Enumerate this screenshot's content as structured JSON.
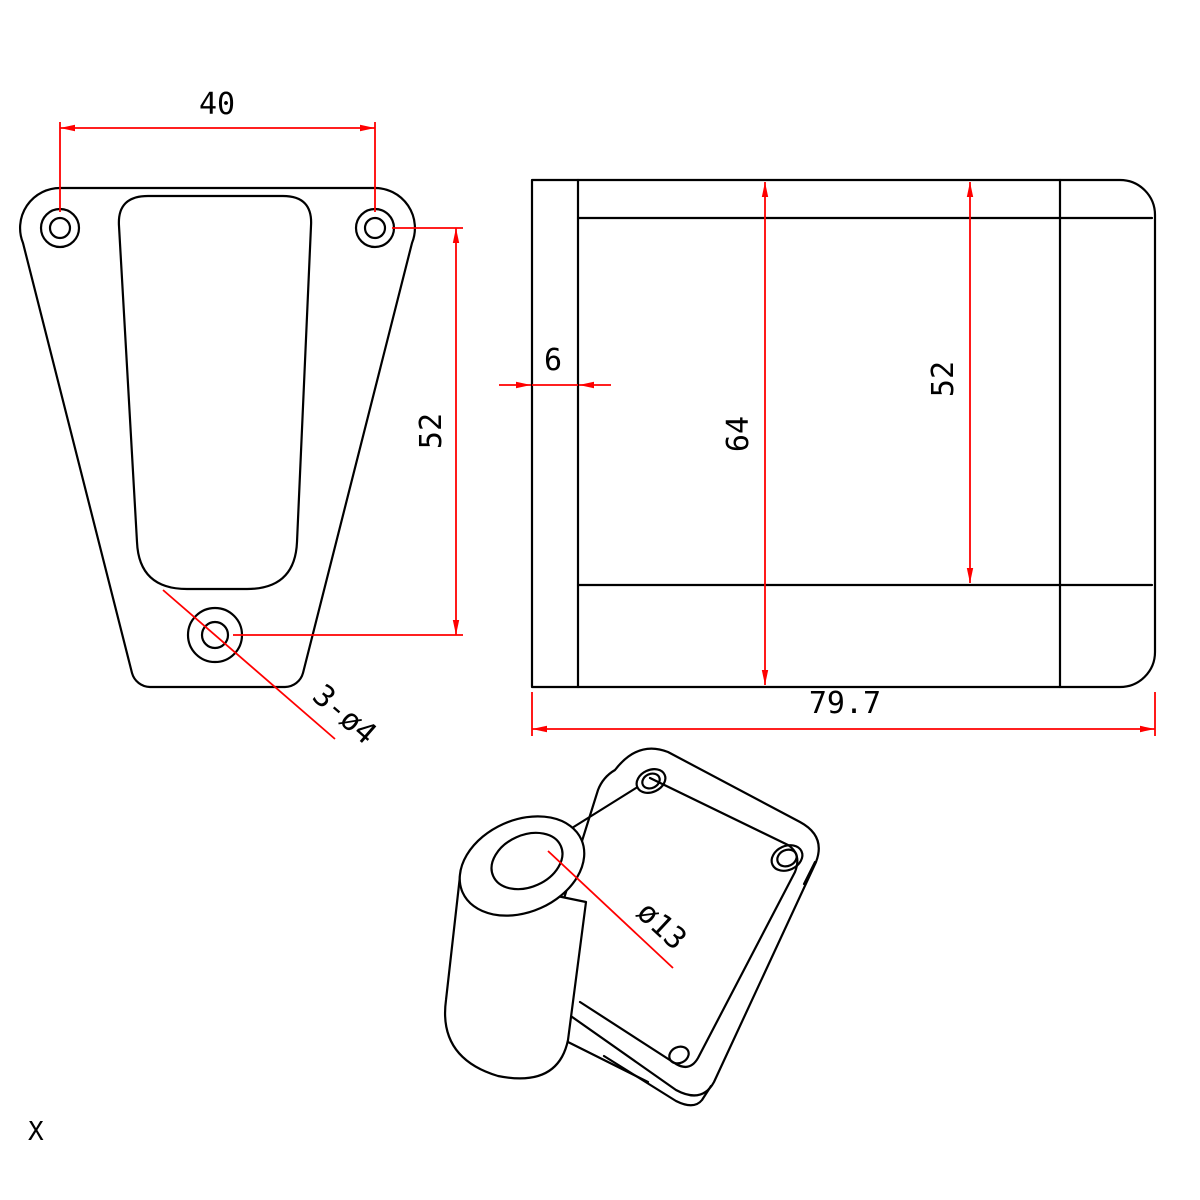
{
  "drawing": {
    "background": "#ffffff",
    "line_color": "#000000",
    "dimension_color": "#ff0000",
    "front_view": {
      "hole_spacing": "40",
      "hole_vertical_spacing": "52",
      "hole_callout": "3-ø4"
    },
    "side_view": {
      "flange_thickness": "6",
      "overall_height": "64",
      "body_height": "52",
      "overall_length": "79.7"
    },
    "iso_view": {
      "bore_callout": "ø13"
    },
    "corner_mark": "X"
  }
}
